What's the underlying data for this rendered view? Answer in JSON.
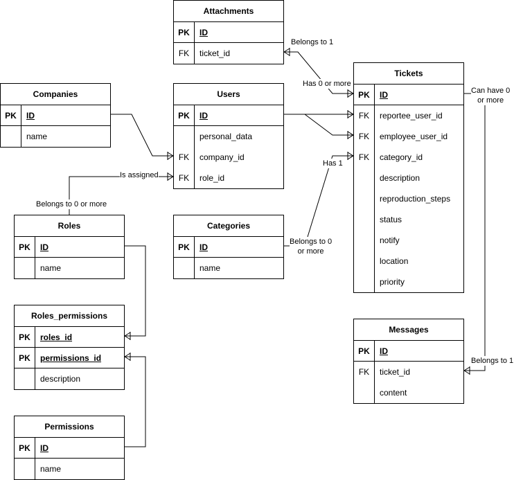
{
  "entities": {
    "attachments": {
      "title": "Attachments",
      "rows": [
        {
          "key": "PK",
          "name": "ID"
        },
        {
          "key": "FK",
          "name": "ticket_id"
        }
      ]
    },
    "companies": {
      "title": "Companies",
      "rows": [
        {
          "key": "PK",
          "name": "ID"
        },
        {
          "key": "",
          "name": "name"
        }
      ]
    },
    "users": {
      "title": "Users",
      "rows": [
        {
          "key": "PK",
          "name": "ID"
        },
        {
          "key": "",
          "name": "personal_data"
        },
        {
          "key": "FK",
          "name": "company_id"
        },
        {
          "key": "FK",
          "name": "role_id"
        }
      ]
    },
    "tickets": {
      "title": "Tickets",
      "rows": [
        {
          "key": "PK",
          "name": "ID"
        },
        {
          "key": "FK",
          "name": "reportee_user_id"
        },
        {
          "key": "FK",
          "name": "employee_user_id"
        },
        {
          "key": "FK",
          "name": "category_id"
        },
        {
          "key": "",
          "name": "description"
        },
        {
          "key": "",
          "name": "reproduction_steps"
        },
        {
          "key": "",
          "name": "status"
        },
        {
          "key": "",
          "name": "notify"
        },
        {
          "key": "",
          "name": "location"
        },
        {
          "key": "",
          "name": "priority"
        }
      ]
    },
    "roles": {
      "title": "Roles",
      "rows": [
        {
          "key": "PK",
          "name": "ID"
        },
        {
          "key": "",
          "name": "name"
        }
      ]
    },
    "categories": {
      "title": "Categories",
      "rows": [
        {
          "key": "PK",
          "name": "ID"
        },
        {
          "key": "",
          "name": "name"
        }
      ]
    },
    "roles_permissions": {
      "title": "Roles_permissions",
      "rows": [
        {
          "key": "PK",
          "name": "roles_id"
        },
        {
          "key": "PK",
          "name": "permissions_id"
        },
        {
          "key": "",
          "name": "description"
        }
      ]
    },
    "permissions": {
      "title": "Permissions",
      "rows": [
        {
          "key": "PK",
          "name": "ID"
        },
        {
          "key": "",
          "name": "name"
        }
      ]
    },
    "messages": {
      "title": "Messages",
      "rows": [
        {
          "key": "PK",
          "name": "ID"
        },
        {
          "key": "FK",
          "name": "ticket_id"
        },
        {
          "key": "",
          "name": "content"
        }
      ]
    }
  },
  "labels": {
    "attachments_belongs_to_1": "Belongs to 1",
    "tickets_has_0_or_more": "Has 0 or more",
    "tickets_can_have_0_or_more_line1": "Can have 0",
    "tickets_can_have_0_or_more_line2": "or more",
    "is_assigned": "Is assigned",
    "roles_belongs_to_0_or_more": "Belongs to 0 or more",
    "categories_has_1": "Has 1",
    "categories_belongs_to_0_line1": "Belongs to 0",
    "categories_belongs_to_0_line2": "or more",
    "messages_belongs_to_1": "Belongs to 1"
  }
}
